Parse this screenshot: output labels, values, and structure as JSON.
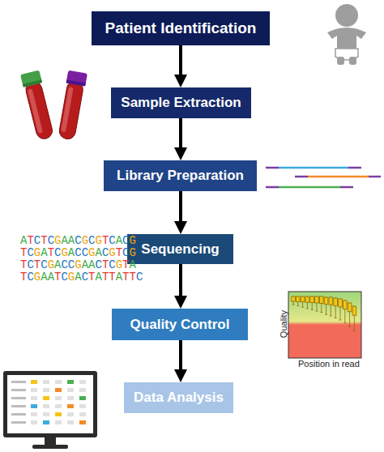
{
  "diagram": {
    "nodes": [
      {
        "text": [
          "Patient Identification"
        ]
      },
      {
        "text": [
          "Sample Extraction"
        ]
      },
      {
        "text": [
          "Library Preparation"
        ]
      },
      {
        "text": [
          "Sequencing"
        ]
      },
      {
        "text": [
          "Quality Control"
        ]
      },
      {
        "text": [
          "Data Analysis"
        ]
      }
    ],
    "edges": [
      {
        "from": 0,
        "to": 1,
        "arrow": "to"
      },
      {
        "from": 1,
        "to": 2,
        "arrow": "to"
      },
      {
        "from": 2,
        "to": 3,
        "arrow": "to"
      },
      {
        "from": 3,
        "to": 4,
        "arrow": "to"
      },
      {
        "from": 4,
        "to": 5,
        "arrow": "to"
      }
    ],
    "labels": [
      "ATCTCGAACGCGTCACG",
      "TCGATCGACCGACGTCG",
      "TCTCGACCGAACTCGTA",
      "TCGAATCGACTATTATTC",
      "Quality",
      "Position in read"
    ]
  }
}
